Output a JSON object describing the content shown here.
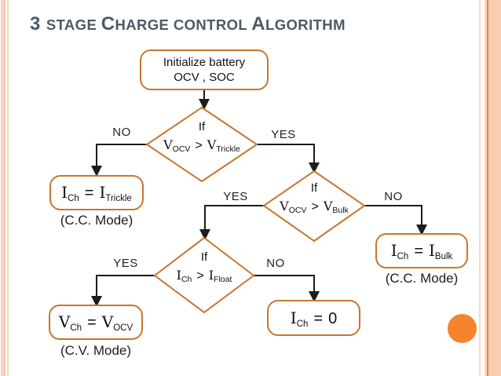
{
  "colors": {
    "accent": "#c9762f",
    "title_color": "#4b5a67",
    "line": "#1c1c1c",
    "circle": "#f6832d",
    "band_peach": "#f9cdb0",
    "band_dark_line": "#de8b50"
  },
  "title": {
    "segments": [
      {
        "text": "3 ",
        "size": "big"
      },
      {
        "text": "STAGE ",
        "size": "small"
      },
      {
        "text": "C",
        "size": "big"
      },
      {
        "text": "HARGE ",
        "size": "small"
      },
      {
        "text": "CONTROL ",
        "size": "small"
      },
      {
        "text": "A",
        "size": "big"
      },
      {
        "text": "LGORITHM",
        "size": "small"
      }
    ]
  },
  "flow": {
    "start": {
      "line1": "Initialize battery",
      "line2": "OCV , SOC"
    },
    "d1": {
      "cond": "If",
      "lhs": "V",
      "lhs_sub": "OCV",
      "op": ">",
      "rhs": "V",
      "rhs_sub": "Trickle",
      "no_label": "NO",
      "yes_label": "YES"
    },
    "d2": {
      "cond": "If",
      "lhs": "V",
      "lhs_sub": "OCV",
      "op": ">",
      "rhs": "V",
      "rhs_sub": "Bulk",
      "yes_label": "YES",
      "no_label": "NO"
    },
    "d3": {
      "cond": "If",
      "lhs": "I",
      "lhs_sub": "Ch",
      "op": ">",
      "rhs": "I",
      "rhs_sub": "Float",
      "yes_label": "YES",
      "no_label": "NO"
    },
    "box_trickle": {
      "lhs": "I",
      "lhs_sub": "Ch",
      "op": "=",
      "rhs": "I",
      "rhs_sub": "Trickle",
      "caption": "(C.C. Mode)"
    },
    "box_bulk": {
      "lhs": "I",
      "lhs_sub": "Ch",
      "op": "=",
      "rhs": "I",
      "rhs_sub": "Bulk",
      "caption": "(C.C. Mode)"
    },
    "box_vch": {
      "lhs": "V",
      "lhs_sub": "Ch",
      "op": "=",
      "rhs": "V",
      "rhs_sub": "OCV",
      "caption": "(C.V. Mode)"
    },
    "box_zero": {
      "lhs": "I",
      "lhs_sub": "Ch",
      "op": "=",
      "rhs": "0"
    }
  }
}
